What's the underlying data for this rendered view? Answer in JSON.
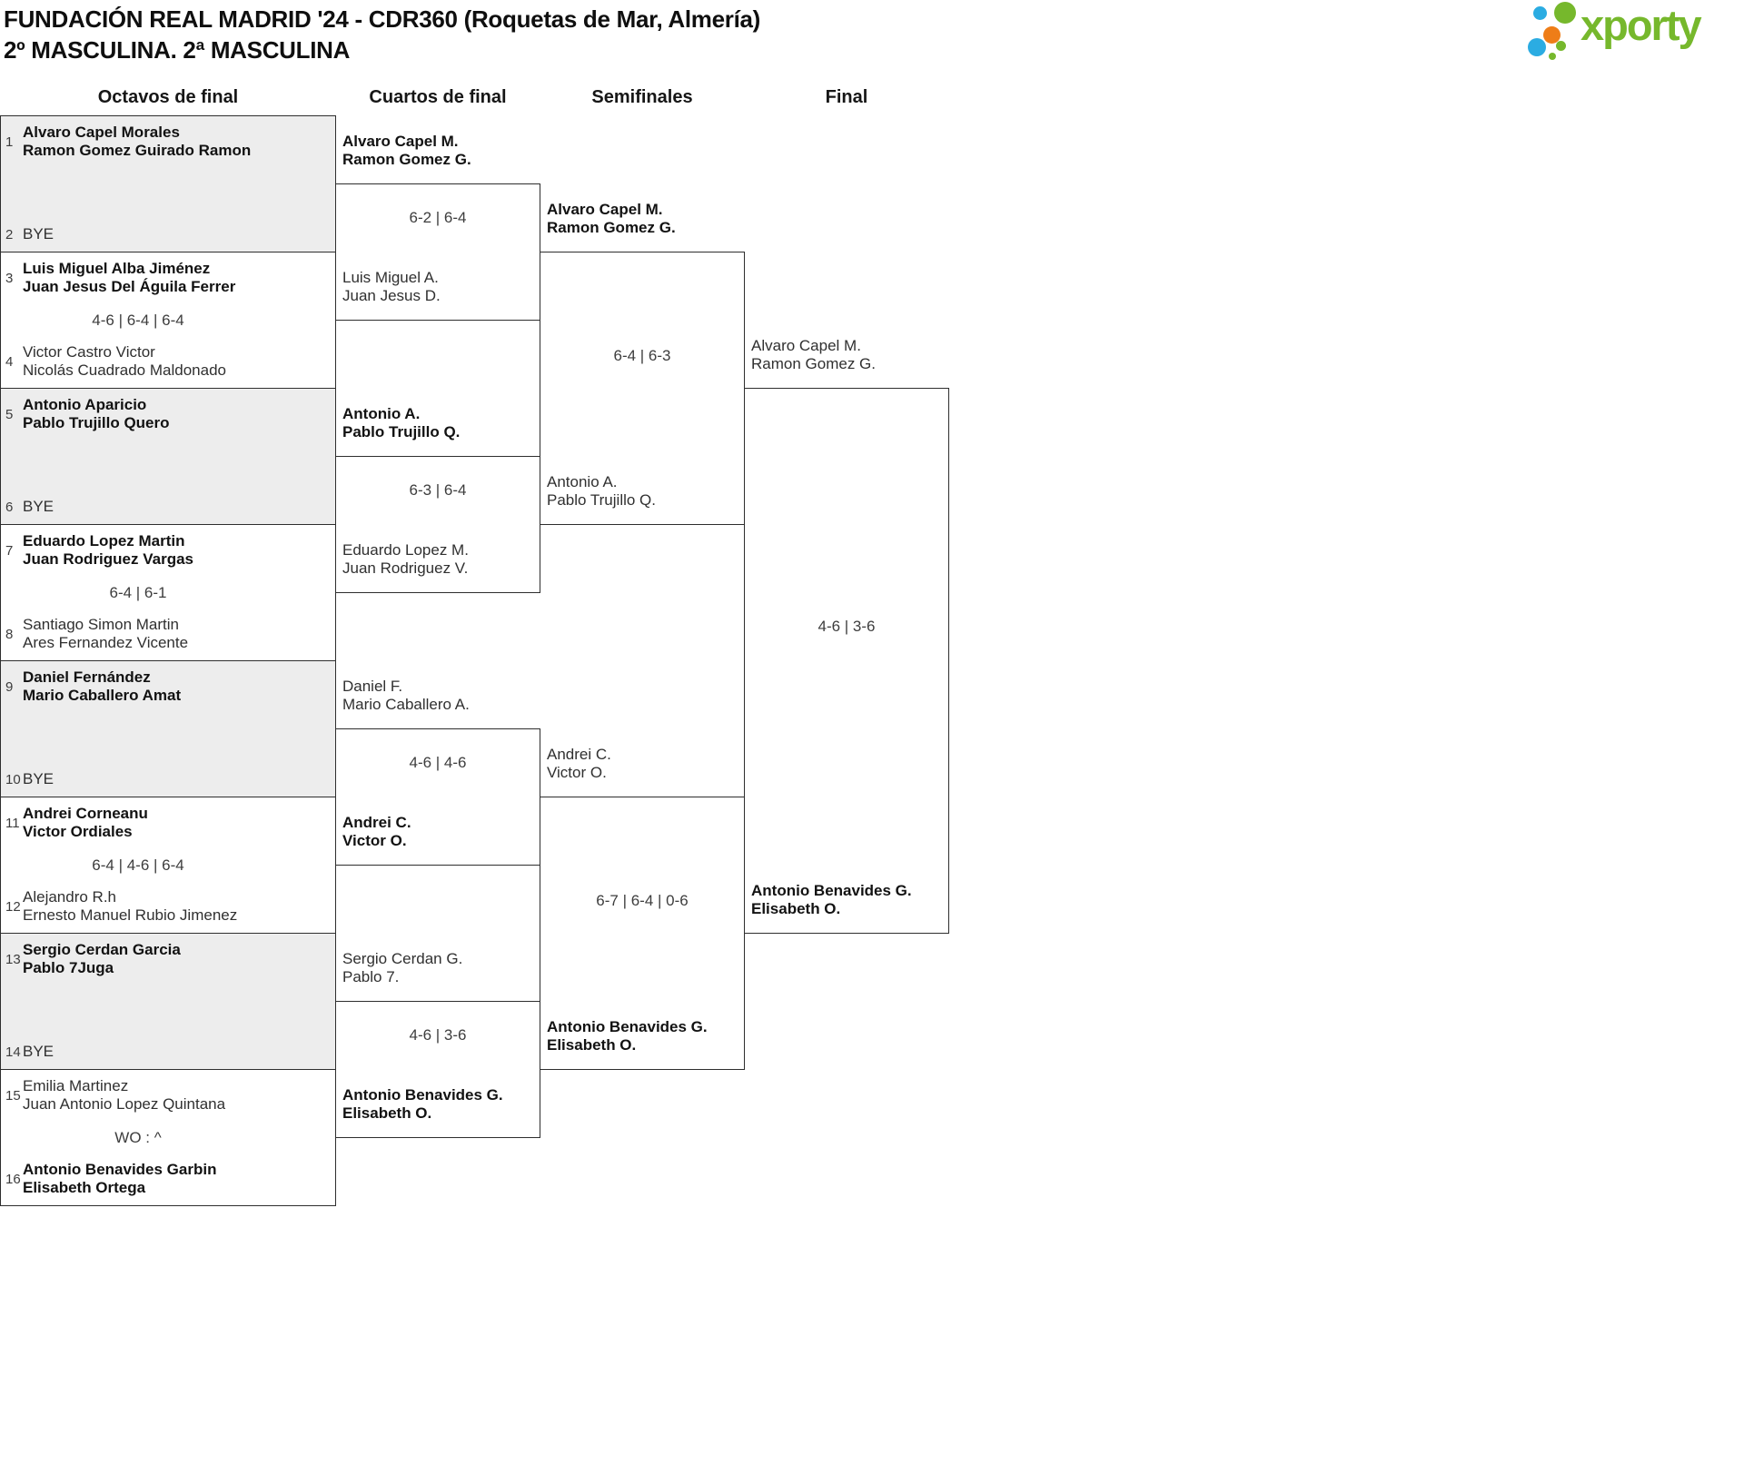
{
  "header": {
    "title_line1": "FUNDACIÓN REAL MADRID '24 - CDR360 (Roquetas de Mar, Almería)",
    "title_line2": "2º MASCULINA. 2ª MASCULINA",
    "logo_text": "xporty"
  },
  "columns": [
    "Octavos de final",
    "Cuartos de final",
    "Semifinales",
    "Final"
  ],
  "colors": {
    "brand_green": "#76b82c",
    "dot_blue": "#2bace2",
    "dot_orange": "#ee7d18",
    "box_shade": "#ededed",
    "line": "#2e2e2e"
  },
  "r16": [
    {
      "score": "",
      "top": {
        "seed": "1",
        "lines": [
          "Alvaro Capel Morales",
          "Ramon Gomez Guirado Ramon"
        ]
      },
      "bottom": {
        "seed": "2",
        "lines": [
          "BYE"
        ]
      }
    },
    {
      "score": "4-6 | 6-4 | 6-4",
      "top": {
        "seed": "3",
        "lines": [
          "Luis Miguel Alba Jiménez",
          "Juan Jesus Del Águila Ferrer"
        ]
      },
      "bottom": {
        "seed": "4",
        "lines": [
          "Victor Castro Victor",
          "Nicolás Cuadrado Maldonado"
        ]
      }
    },
    {
      "score": "",
      "top": {
        "seed": "5",
        "lines": [
          "Antonio Aparicio",
          "Pablo Trujillo Quero"
        ]
      },
      "bottom": {
        "seed": "6",
        "lines": [
          "BYE"
        ]
      }
    },
    {
      "score": "6-4 | 6-1",
      "top": {
        "seed": "7",
        "lines": [
          "Eduardo Lopez Martin",
          "Juan Rodriguez Vargas"
        ]
      },
      "bottom": {
        "seed": "8",
        "lines": [
          "Santiago Simon Martin",
          "Ares Fernandez Vicente"
        ]
      }
    },
    {
      "score": "",
      "top": {
        "seed": "9",
        "lines": [
          "Daniel Fernández",
          "Mario Caballero Amat"
        ]
      },
      "bottom": {
        "seed": "10",
        "lines": [
          "BYE"
        ]
      }
    },
    {
      "score": "6-4 | 4-6 | 6-4",
      "top": {
        "seed": "11",
        "lines": [
          "Andrei Corneanu",
          "Victor Ordiales"
        ]
      },
      "bottom": {
        "seed": "12",
        "lines": [
          "Alejandro R.h",
          "Ernesto Manuel Rubio Jimenez"
        ]
      }
    },
    {
      "score": "",
      "top": {
        "seed": "13",
        "lines": [
          "Sergio Cerdan Garcia",
          "Pablo 7Juga"
        ]
      },
      "bottom": {
        "seed": "14",
        "lines": [
          "BYE"
        ]
      }
    },
    {
      "score": "WO : ^",
      "top": {
        "seed": "15",
        "lines": [
          "Emilia Martinez",
          "Juan Antonio Lopez Quintana"
        ]
      },
      "bottom": {
        "seed": "16",
        "lines": [
          "Antonio Benavides Garbin",
          "Elisabeth Ortega"
        ]
      }
    }
  ],
  "qf": {
    "labels": [
      {
        "lines": [
          "Alvaro Capel M.",
          "Ramon Gomez G."
        ]
      },
      {
        "lines": [
          "Luis Miguel A.",
          "Juan Jesus D."
        ]
      },
      {
        "lines": [
          "Antonio A.",
          "Pablo Trujillo Q."
        ]
      },
      {
        "lines": [
          "Eduardo Lopez M.",
          "Juan Rodriguez V."
        ]
      },
      {
        "lines": [
          "Daniel F.",
          "Mario Caballero A."
        ]
      },
      {
        "lines": [
          "Andrei C.",
          "Victor O."
        ]
      },
      {
        "lines": [
          "Sergio Cerdan G.",
          "Pablo 7."
        ]
      },
      {
        "lines": [
          "Antonio Benavides G.",
          "Elisabeth O."
        ]
      }
    ],
    "scores": [
      "6-2 | 6-4",
      "6-3 | 6-4",
      "4-6 | 4-6",
      "4-6 | 3-6"
    ]
  },
  "sf": {
    "labels": [
      {
        "lines": [
          "Alvaro Capel M.",
          "Ramon Gomez G."
        ]
      },
      {
        "lines": [
          "Antonio A.",
          "Pablo Trujillo Q."
        ]
      },
      {
        "lines": [
          "Andrei C.",
          "Victor O."
        ]
      },
      {
        "lines": [
          "Antonio Benavides G.",
          "Elisabeth O."
        ]
      }
    ],
    "scores": [
      "6-4 | 6-3",
      "6-7 | 6-4 | 0-6"
    ]
  },
  "final": {
    "labels": [
      {
        "lines": [
          "Alvaro Capel M.",
          "Ramon Gomez G."
        ]
      },
      {
        "lines": [
          "Antonio Benavides G.",
          "Elisabeth O."
        ]
      }
    ],
    "score": "4-6 | 3-6"
  }
}
